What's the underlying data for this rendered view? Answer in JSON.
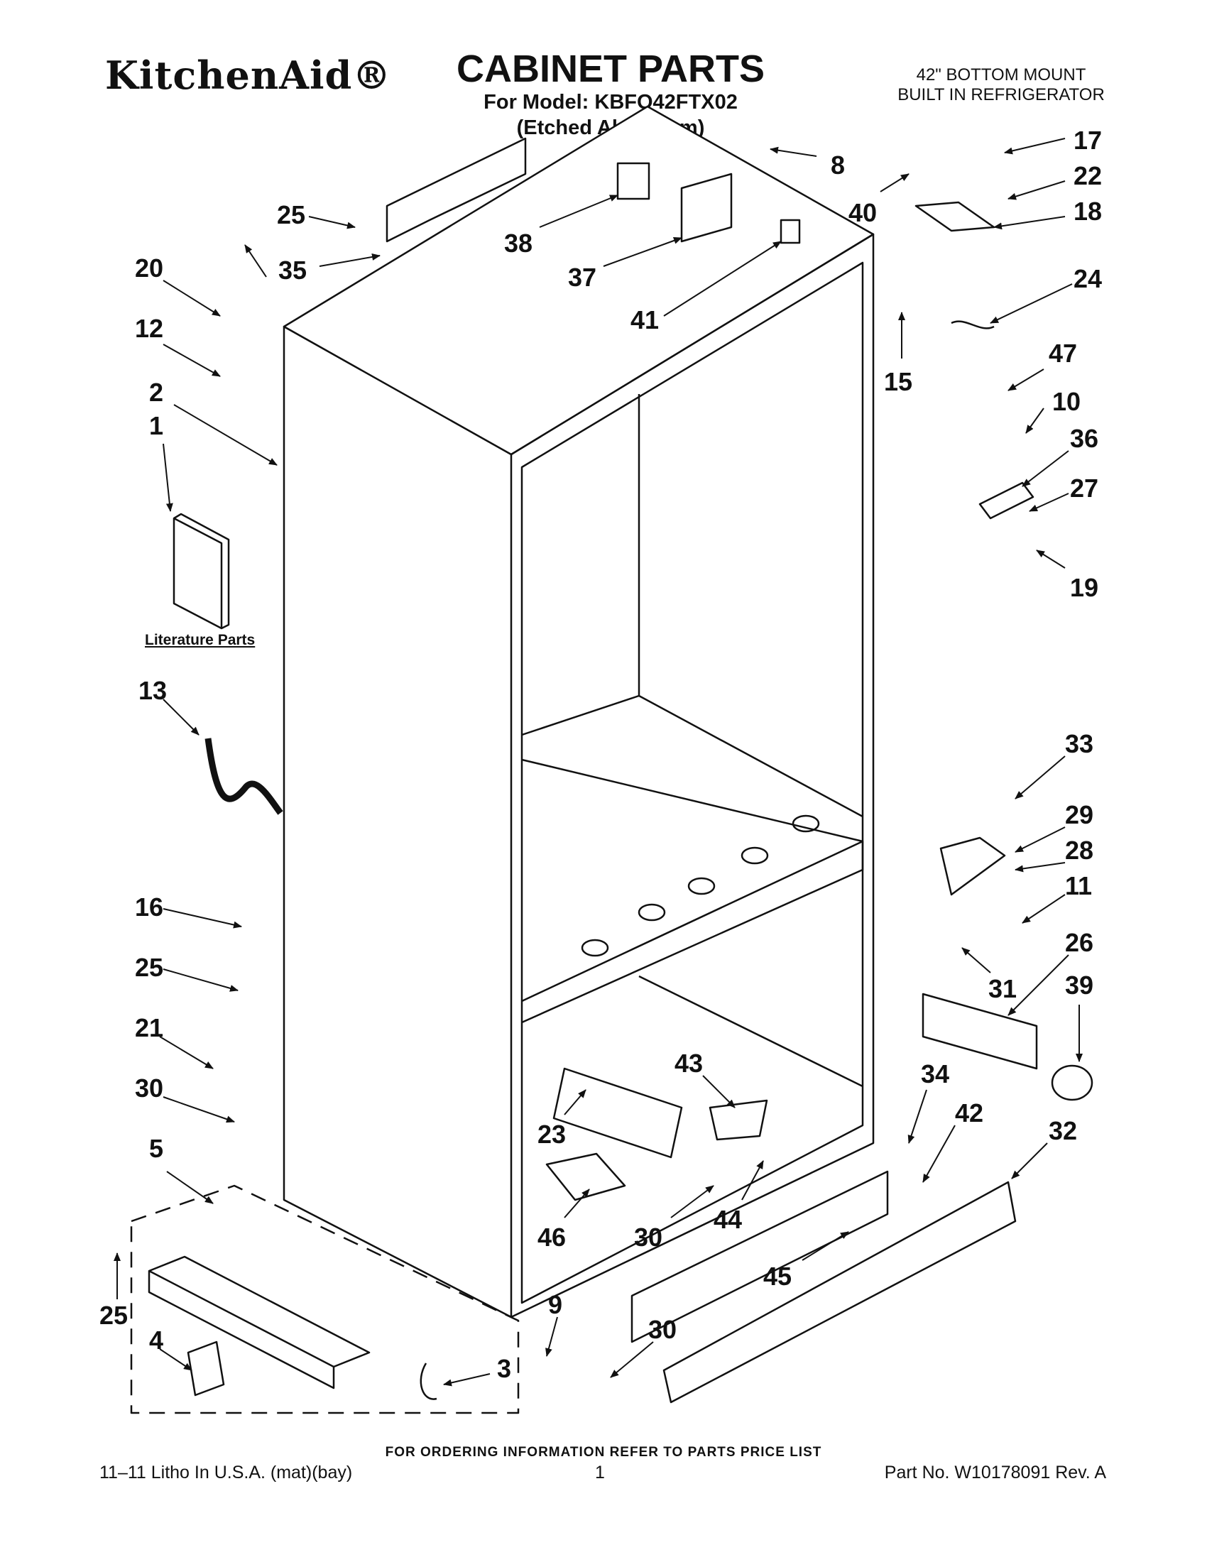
{
  "header": {
    "brand": "KitchenAid®",
    "title": "CABINET PARTS",
    "model_line": "For Model: KBFO42FTX02",
    "finish_line": "(Etched Aluminum)",
    "desc_line1": "42\" BOTTOM MOUNT",
    "desc_line2": "BUILT IN REFRIGERATOR"
  },
  "literature_label": "Literature Parts",
  "callouts": [
    "8",
    "17",
    "22",
    "18",
    "40",
    "25",
    "35",
    "38",
    "37",
    "41",
    "20",
    "15",
    "24",
    "12",
    "47",
    "2",
    "10",
    "36",
    "27",
    "1",
    "19",
    "13",
    "33",
    "29",
    "28",
    "11",
    "16",
    "26",
    "39",
    "31",
    "25",
    "21",
    "43",
    "34",
    "30",
    "42",
    "32",
    "23",
    "5",
    "44",
    "46",
    "30",
    "45",
    "9",
    "25",
    "4",
    "3",
    "30"
  ],
  "footer": {
    "ordering": "FOR ORDERING INFORMATION REFER TO PARTS PRICE LIST",
    "litho": "11–11 Litho In U.S.A. (mat)(bay)",
    "page": "1",
    "part_no": "Part No. W10178091 Rev. A"
  }
}
